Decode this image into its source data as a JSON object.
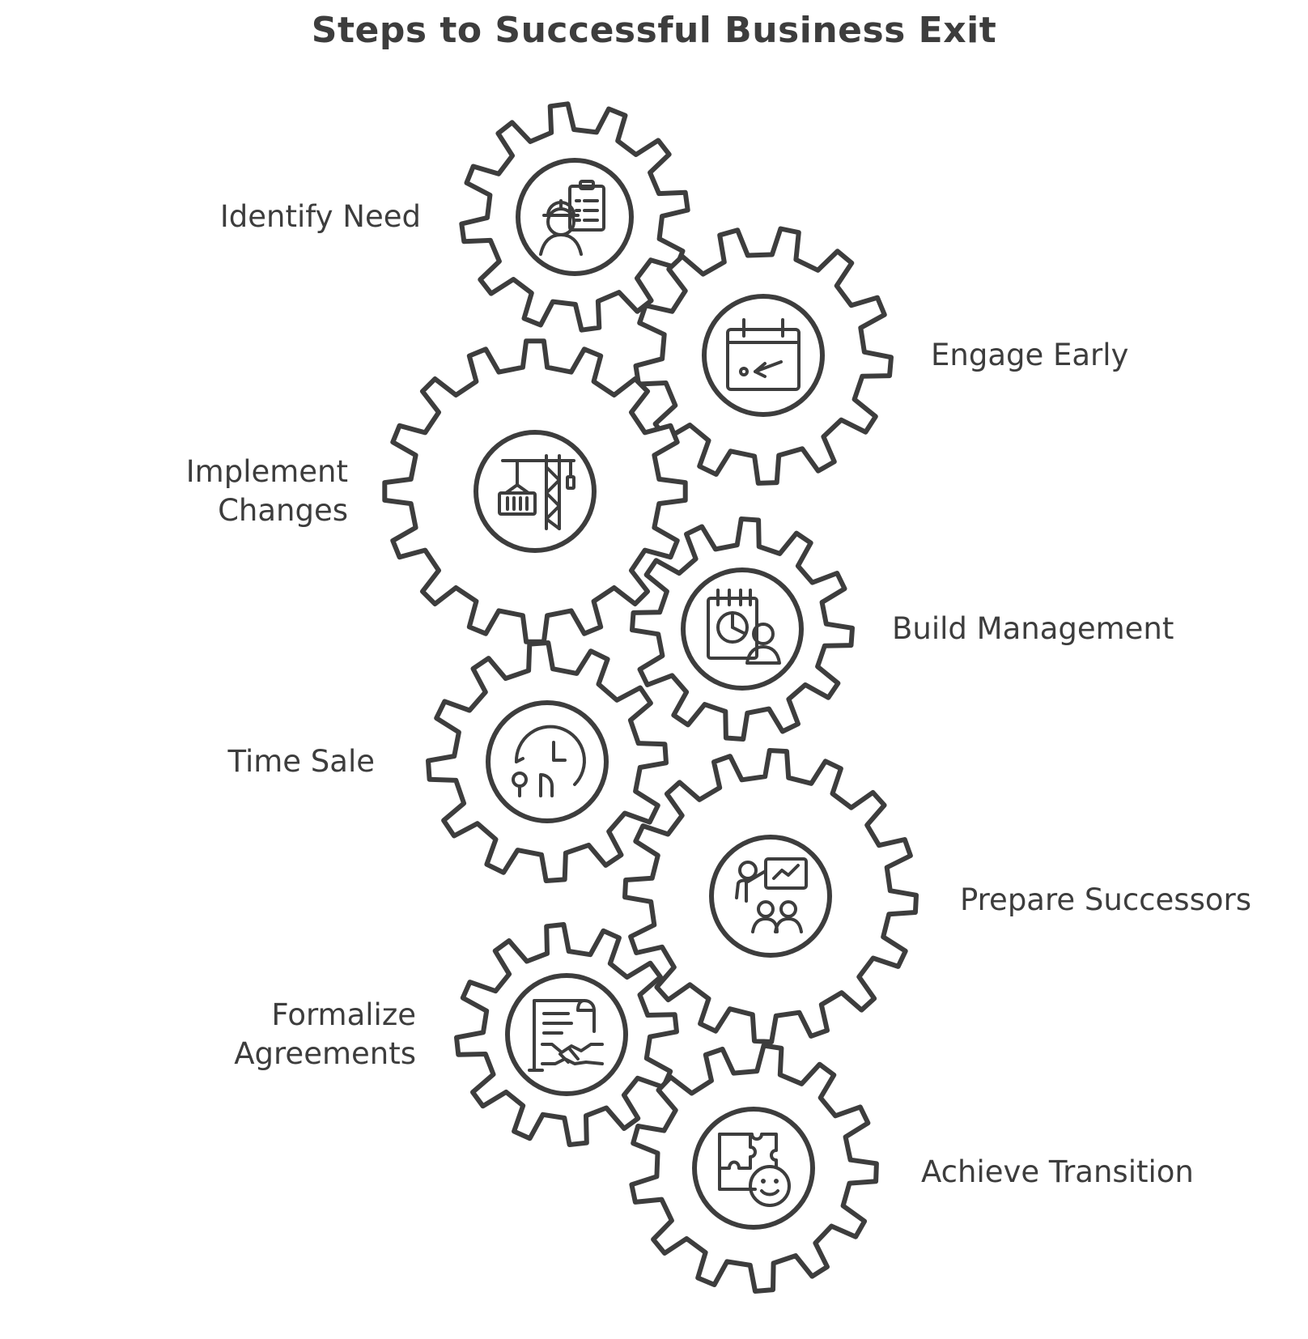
{
  "title": "Steps to Successful Business Exit",
  "colors": {
    "stroke": "#3d3d3d",
    "background": "#ffffff"
  },
  "steps": [
    {
      "id": "identify-need",
      "label": [
        "Identify Need"
      ],
      "icon": "worker-clipboard-icon"
    },
    {
      "id": "engage-early",
      "label": [
        "Engage Early"
      ],
      "icon": "calendar-arrow-icon"
    },
    {
      "id": "implement-changes",
      "label": [
        "Implement",
        "Changes"
      ],
      "icon": "crane-icon"
    },
    {
      "id": "build-management",
      "label": [
        "Build Management"
      ],
      "icon": "chart-person-icon"
    },
    {
      "id": "time-sale",
      "label": [
        "Time Sale"
      ],
      "icon": "clock-pins-icon"
    },
    {
      "id": "prepare-successors",
      "label": [
        "Prepare Successors"
      ],
      "icon": "training-icon"
    },
    {
      "id": "formalize-agreements",
      "label": [
        "Formalize",
        "Agreements"
      ],
      "icon": "contract-handshake-icon"
    },
    {
      "id": "achieve-transition",
      "label": [
        "Achieve Transition"
      ],
      "icon": "puzzle-face-icon"
    }
  ]
}
